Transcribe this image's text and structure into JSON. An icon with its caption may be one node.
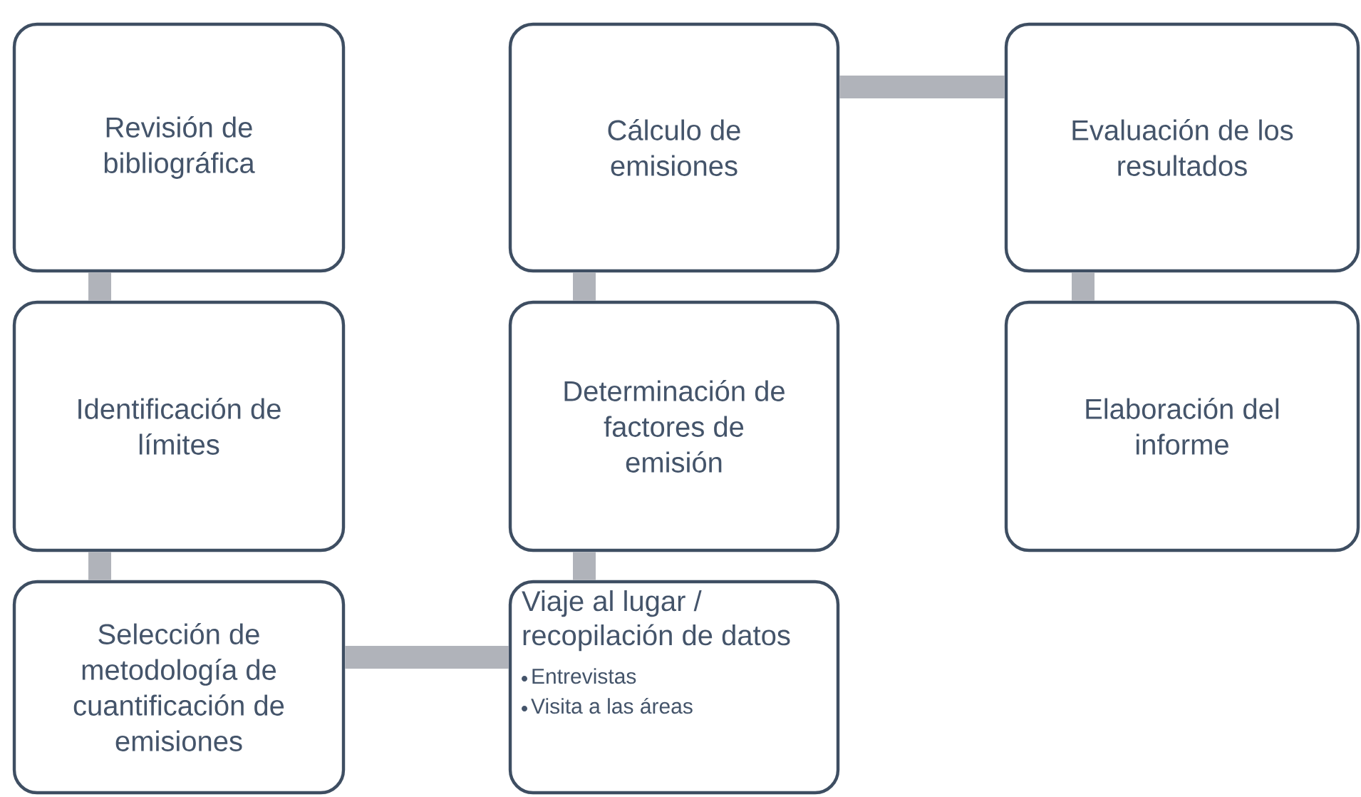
{
  "diagram": {
    "nodes": [
      {
        "text": [
          "Revisión de bibliográfica"
        ]
      },
      {
        "text": [
          "Identificación de límites"
        ]
      },
      {
        "text": [
          "Selección de metodología de cuantificación de emisiones"
        ]
      },
      {
        "text": [
          "Viaje al lugar / recopilación de datos",
          "Entrevistas",
          "Visita a las áreas"
        ]
      },
      {
        "text": [
          "Determinación de factores de emisión"
        ]
      },
      {
        "text": [
          "Cálculo de emisiones"
        ]
      },
      {
        "text": [
          "Evaluación de los resultados"
        ]
      },
      {
        "text": [
          "Elaboración del informe"
        ]
      }
    ],
    "edges": [
      {
        "from": 0,
        "to": 1,
        "arrow": "none"
      },
      {
        "from": 1,
        "to": 2,
        "arrow": "none"
      },
      {
        "from": 2,
        "to": 3,
        "arrow": "none"
      },
      {
        "from": 3,
        "to": 4,
        "arrow": "none"
      },
      {
        "from": 4,
        "to": 5,
        "arrow": "none"
      },
      {
        "from": 5,
        "to": 6,
        "arrow": "none"
      },
      {
        "from": 6,
        "to": 7,
        "arrow": "none"
      }
    ]
  }
}
